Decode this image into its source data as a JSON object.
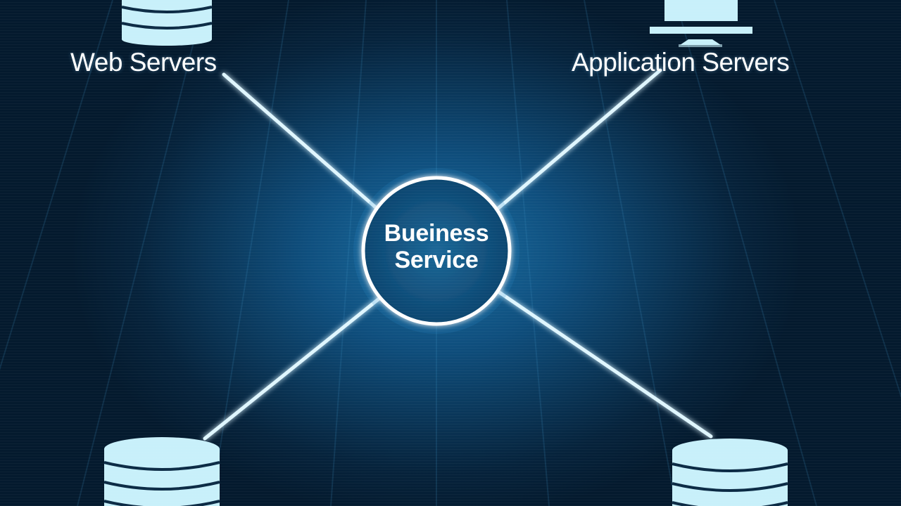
{
  "diagram": {
    "hub": {
      "line1": "Bueiness",
      "line2": "Service"
    },
    "labels": {
      "top_left": "Web Servers",
      "top_right": "Application Servers"
    },
    "nodes": [
      {
        "id": "top-left",
        "icon": "database-icon"
      },
      {
        "id": "top-right",
        "icon": "monitor-icon"
      },
      {
        "id": "bottom-left",
        "icon": "database-icon"
      },
      {
        "id": "bottom-right",
        "icon": "database-icon"
      }
    ],
    "colors": {
      "background_center": "#1a6fa3",
      "background_edge": "#041a2e",
      "icon_fill": "#c8f0fa",
      "icon_stripe": "#0b2a44",
      "connector": "#dff6ff",
      "hub_ring": "#ffffff",
      "hub_fill": "#0e4c78"
    }
  }
}
